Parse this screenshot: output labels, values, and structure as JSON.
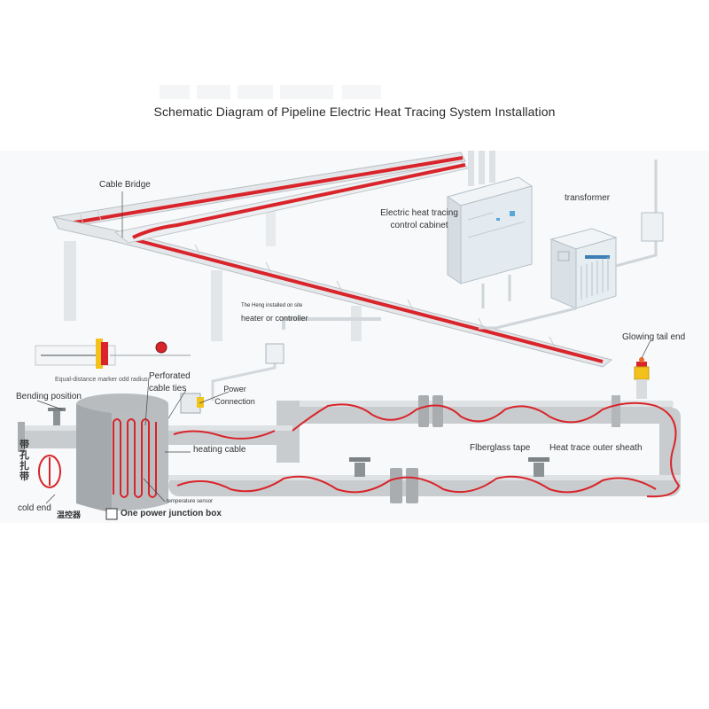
{
  "title": "Schematic Diagram of Pipeline Electric Heat Tracing System Installation",
  "labels": {
    "cable_bridge": "Cable Bridge",
    "control_cabinet_line1": "Electric heat tracing",
    "control_cabinet_line2": "control cabinet",
    "transformer": "transformer",
    "heng_installed": "The Heng installed on site",
    "heater_controller": "heater or controller",
    "glowing_tail_end": "Glowing tail end",
    "equal_distance": "Equal-distance marker odd radius",
    "bending_position": "Bending position",
    "perforated_line1": "Perforated",
    "perforated_line2": "cable ties",
    "power_connection_line1": "Power",
    "power_connection_line2": "Connection",
    "heating_cable": "heating cable",
    "fiberglass_tape": "Flberglass tape",
    "heat_trace_sheath": "Heat trace outer sheath",
    "temperature_sensor": "temperature sensor",
    "cold_end": "cold end",
    "thermostat_cn": "温控器",
    "junction_box": "One power junction box",
    "perforated_tie_cn": "带孔扎带"
  },
  "colors": {
    "pipe": "#c9ccce",
    "pipe_dark": "#a9adb0",
    "cable": "#d8242a",
    "structure": "#dfe3e6",
    "cabinet": "#e3ebf0"
  }
}
